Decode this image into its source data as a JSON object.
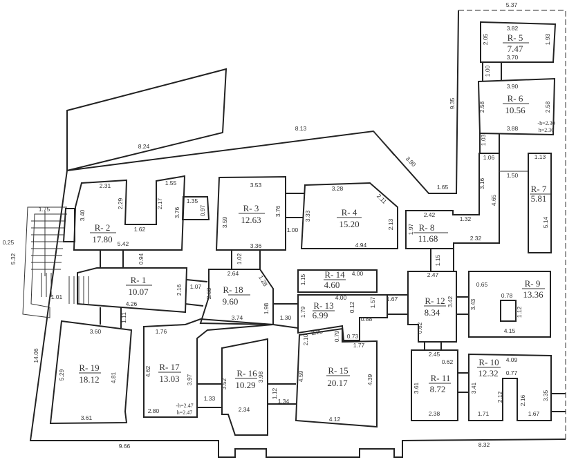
{
  "rooms": [
    {
      "id": "R- 1",
      "area": "10.07"
    },
    {
      "id": "R- 2",
      "area": "17.80"
    },
    {
      "id": "R- 3",
      "area": "12.63"
    },
    {
      "id": "R- 4",
      "area": "15.20"
    },
    {
      "id": "R- 5",
      "area": "7.47"
    },
    {
      "id": "R- 6",
      "area": "10.56"
    },
    {
      "id": "R- 7",
      "area": "5.81"
    },
    {
      "id": "R- 8",
      "area": "11.68"
    },
    {
      "id": "R- 9",
      "area": "13.36"
    },
    {
      "id": "R- 10",
      "area": "12.32"
    },
    {
      "id": "R- 11",
      "area": "8.72"
    },
    {
      "id": "R- 12",
      "area": "8.34"
    },
    {
      "id": "R- 13",
      "area": "6.99"
    },
    {
      "id": "R- 14",
      "area": "4.60"
    },
    {
      "id": "R- 15",
      "area": "20.17"
    },
    {
      "id": "R- 16",
      "area": "10.29"
    },
    {
      "id": "R- 17",
      "area": "13.03"
    },
    {
      "id": "R- 18",
      "area": "9.60"
    },
    {
      "id": "R- 19",
      "area": "18.12"
    }
  ],
  "heights": {
    "r6_a": "-h=2.30",
    "r6_b": "h=2.30",
    "r17_a": "-h=2.47",
    "r17_b": "h=2.47"
  },
  "dims": {
    "outer": [
      "5.37",
      "9.35",
      "8.13",
      "8.24",
      "3.90",
      "1.65",
      "14.06",
      "9.66",
      "8.32"
    ],
    "r5": [
      "3.82",
      "2.05",
      "1.93",
      "3.70"
    ],
    "r6": [
      "1.00",
      "3.90",
      "2.58",
      "2.58",
      "3.88",
      "1.03"
    ],
    "r7": [
      "1.06",
      "1.13",
      "1.50",
      "3.16",
      "4.65",
      "5.14"
    ],
    "r8": [
      "2.42",
      "1.32",
      "1.97",
      "2.32",
      "1.15"
    ],
    "r4": [
      "3.28",
      "2.11",
      "3.33",
      "1.00",
      "2.13",
      "4.94"
    ],
    "r3": [
      "3.53",
      "3.59",
      "3.76",
      "3.36",
      "1.02"
    ],
    "r2": [
      "2.31",
      "2.29",
      "1.55",
      "2.17",
      "3.76",
      "1.35",
      "0.97",
      "3.40",
      "1.62",
      "5.42",
      "0.94"
    ],
    "stairs": [
      "1.75",
      "0.25",
      "5.32",
      "1.01"
    ],
    "r1": [
      "2.16",
      "1.07",
      "4.26",
      "1.11",
      "3.60"
    ],
    "r18": [
      "2.64",
      "1.28",
      "2.63",
      "1.98",
      "3.74",
      "1.30"
    ],
    "r14": [
      "1.15",
      "4.00"
    ],
    "r13": [
      "4.00",
      "1.79",
      "0.12",
      "1.57",
      "1.67",
      "0.88",
      "2.25",
      "2.10",
      "0.79",
      "0.73"
    ],
    "r12": [
      "2.47",
      "3.42",
      "0.65",
      "0.62"
    ],
    "r9": [
      "3.43",
      "0.78",
      "1.12",
      "4.15"
    ],
    "r15": [
      "1.77",
      "4.59",
      "4.39",
      "4.12",
      "1.12",
      "1.34"
    ],
    "r16": [
      "3.52",
      "3.98",
      "2.34",
      "1.33"
    ],
    "r17": [
      "1.76",
      "4.62",
      "3.97",
      "2.80"
    ],
    "r19": [
      "5.29",
      "4.81",
      "3.61"
    ],
    "r11": [
      "2.45",
      "0.62",
      "3.61",
      "2.38"
    ],
    "r10": [
      "4.09",
      "0.77",
      "3.41",
      "2.12",
      "2.16",
      "3.35",
      "1.71",
      "1.67"
    ]
  }
}
